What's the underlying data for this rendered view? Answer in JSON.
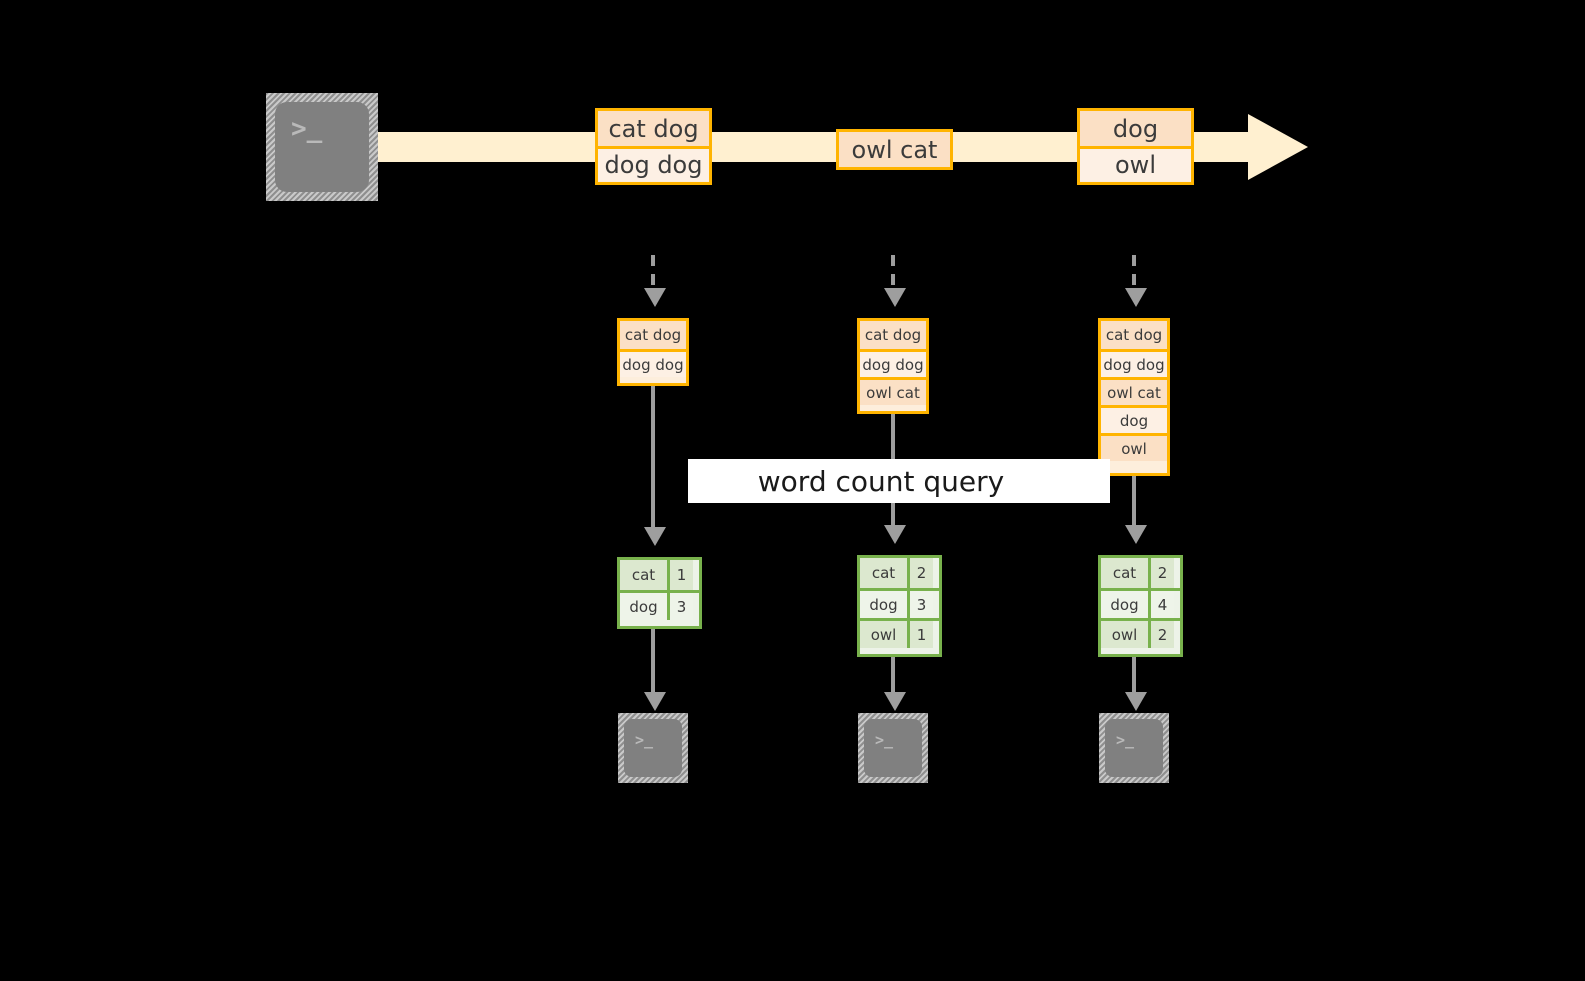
{
  "diagram": {
    "stream": {
      "source_icon": "terminal-icon",
      "source_prompt": ">_",
      "records": [
        {
          "lines": [
            "cat dog",
            "dog dog"
          ]
        },
        {
          "lines": [
            "owl cat"
          ]
        },
        {
          "lines": [
            "dog",
            "owl"
          ]
        }
      ]
    },
    "query_label": "word count query",
    "columns": [
      {
        "input_table": [
          "cat dog",
          "dog dog"
        ],
        "result": [
          {
            "key": "cat",
            "value": "1"
          },
          {
            "key": "dog",
            "value": "3"
          }
        ],
        "sink_icon": "terminal-icon",
        "sink_prompt": ">_"
      },
      {
        "input_table": [
          "cat dog",
          "dog dog",
          "owl cat"
        ],
        "result": [
          {
            "key": "cat",
            "value": "2"
          },
          {
            "key": "dog",
            "value": "3"
          },
          {
            "key": "owl",
            "value": "1"
          }
        ],
        "sink_icon": "terminal-icon",
        "sink_prompt": ">_"
      },
      {
        "input_table": [
          "cat dog",
          "dog dog",
          "owl cat",
          "dog",
          "owl"
        ],
        "result": [
          {
            "key": "cat",
            "value": "2"
          },
          {
            "key": "dog",
            "value": "4"
          },
          {
            "key": "owl",
            "value": "2"
          }
        ],
        "sink_icon": "terminal-icon",
        "sink_prompt": ">_"
      }
    ],
    "colors": {
      "background": "#000000",
      "stream": "#FFF0D0",
      "record_border": "#FFB400",
      "record_fill_dark": "#FBE0C5",
      "record_fill_light": "#FDF0E4",
      "table_border": "#78B14C",
      "table_fill_dark": "#DCE8CF",
      "table_fill_light": "#EEF4E9",
      "connector": "#9E9E9E",
      "label_band": "#FFFFFF",
      "terminal_body": "#808080"
    }
  }
}
